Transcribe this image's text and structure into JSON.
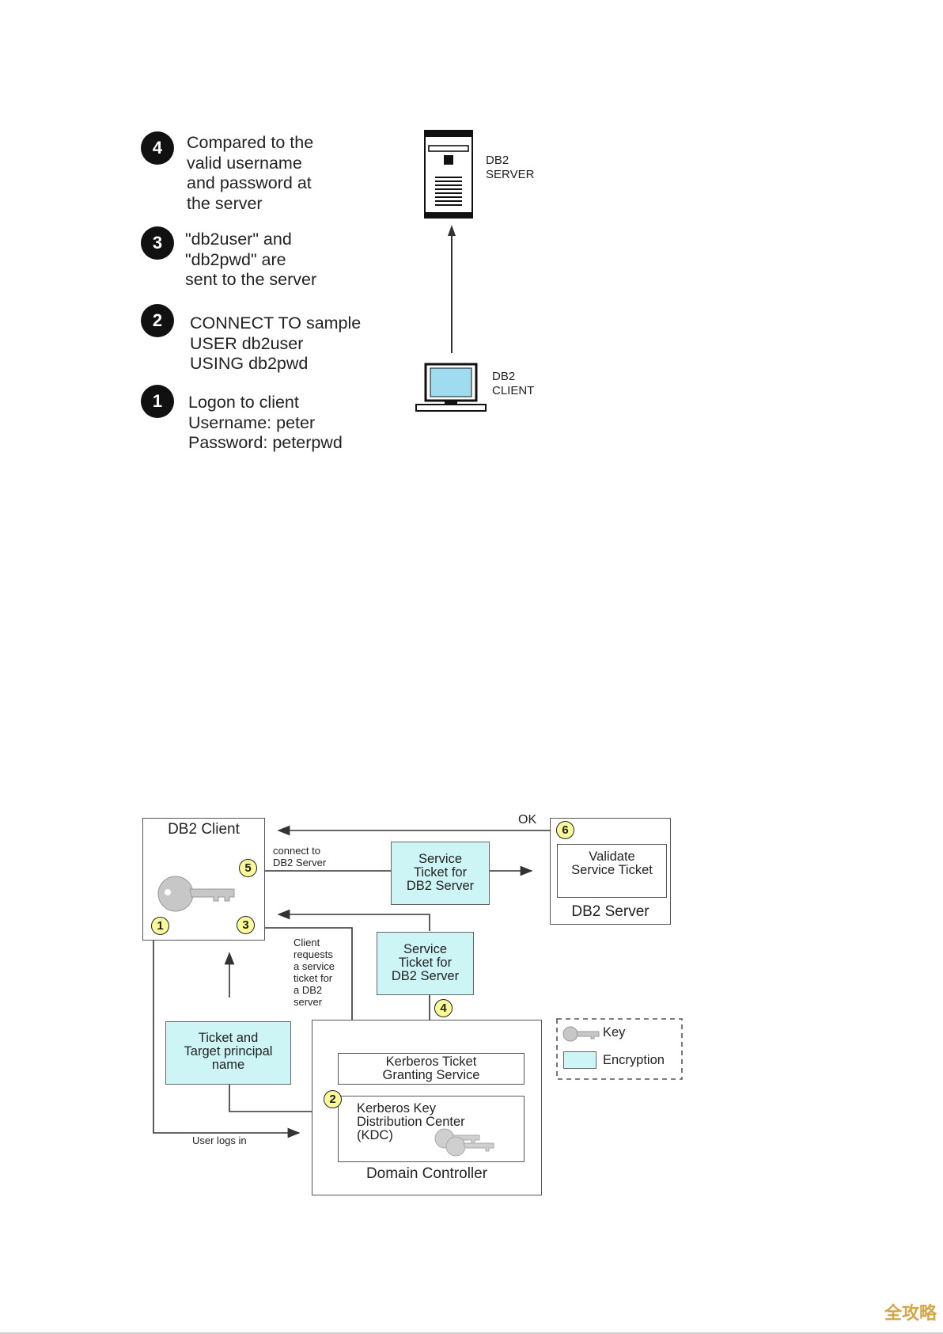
{
  "top": {
    "steps": [
      {
        "num": "4",
        "text": "Compared to the\nvalid username\nand password at\nthe server"
      },
      {
        "num": "3",
        "text": "\"db2user\" and\n\"db2pwd\" are\nsent to the server"
      },
      {
        "num": "2",
        "text": "CONNECT TO sample\nUSER db2user\nUSING db2pwd"
      },
      {
        "num": "1",
        "text": "Logon to client\nUsername: peter\nPassword: peterpwd"
      }
    ],
    "server_label": "DB2\nSERVER",
    "client_label": "DB2\nCLIENT"
  },
  "bottom": {
    "db2_client": "DB2 Client",
    "db2_server": "DB2 Server",
    "validate": "Validate\nService Ticket",
    "ok": "OK",
    "connect": "connect to\nDB2 Server",
    "service_ticket": "Service\nTicket for\nDB2 Server",
    "client_requests": "Client\nrequests\na service\nticket for\na DB2\nserver",
    "ticket_target": "Ticket and\nTarget principal\nname",
    "tgs": "Kerberos Ticket\nGranting Service",
    "kdc": "Kerberos Key\nDistribution Center\n(KDC)",
    "domain_controller": "Domain Controller",
    "user_logs_in": "User logs in",
    "legend": {
      "key": "Key",
      "encryption": "Encryption"
    },
    "badges": [
      "1",
      "2",
      "3",
      "4",
      "5",
      "6"
    ]
  },
  "watermark": "全攻略",
  "icons": [
    "server-icon",
    "monitor-icon",
    "key-icon"
  ]
}
